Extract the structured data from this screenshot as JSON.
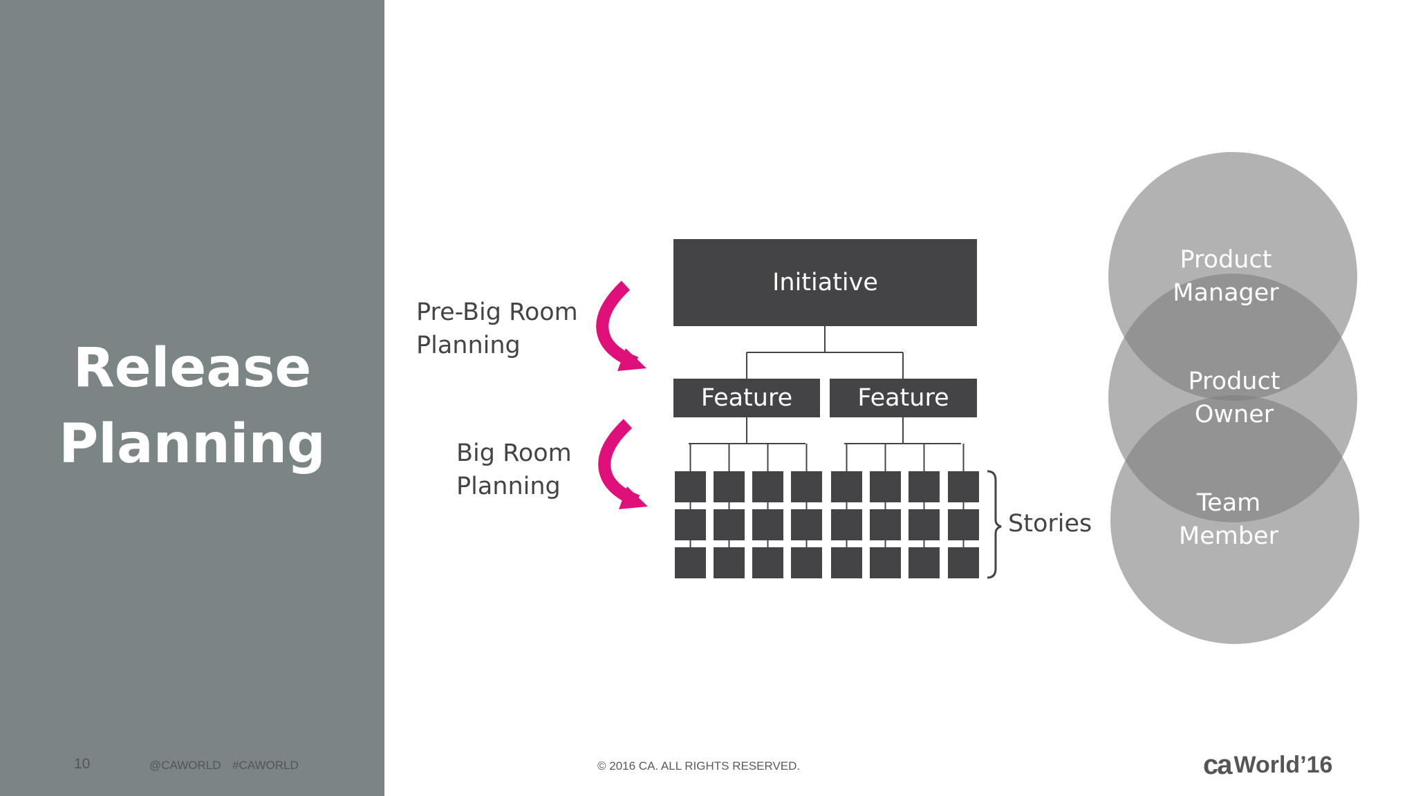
{
  "slide": {
    "title_line1": "Release",
    "title_line2": "Planning",
    "page_number": "10",
    "twitter_handle": "@CAWORLD",
    "hashtag": "#CAWORLD",
    "copyright": "© 2016 CA. ALL RIGHTS RESERVED."
  },
  "diagram": {
    "initiative": "Initiative",
    "features": [
      "Feature",
      "Feature"
    ],
    "stories_label": "Stories",
    "stories_per_feature_columns": 4,
    "stories_rows": 3,
    "phase_labels": [
      {
        "line1": "Pre-Big Room",
        "line2": "Planning"
      },
      {
        "line1": "Big Room",
        "line2": "Planning"
      }
    ],
    "box_color": "#444446",
    "arrow_color": "#e0107a"
  },
  "venn": {
    "circle_color": "#7f7f7f",
    "roles": [
      {
        "line1": "Product",
        "line2": "Manager"
      },
      {
        "line1": "Product",
        "line2": "Owner"
      },
      {
        "line1": "Team",
        "line2": "Member"
      }
    ]
  },
  "logo": {
    "brand": "ca",
    "event": "World",
    "year": "’16"
  },
  "colors": {
    "left_panel": "#7b8586",
    "background": "#ffffff"
  }
}
